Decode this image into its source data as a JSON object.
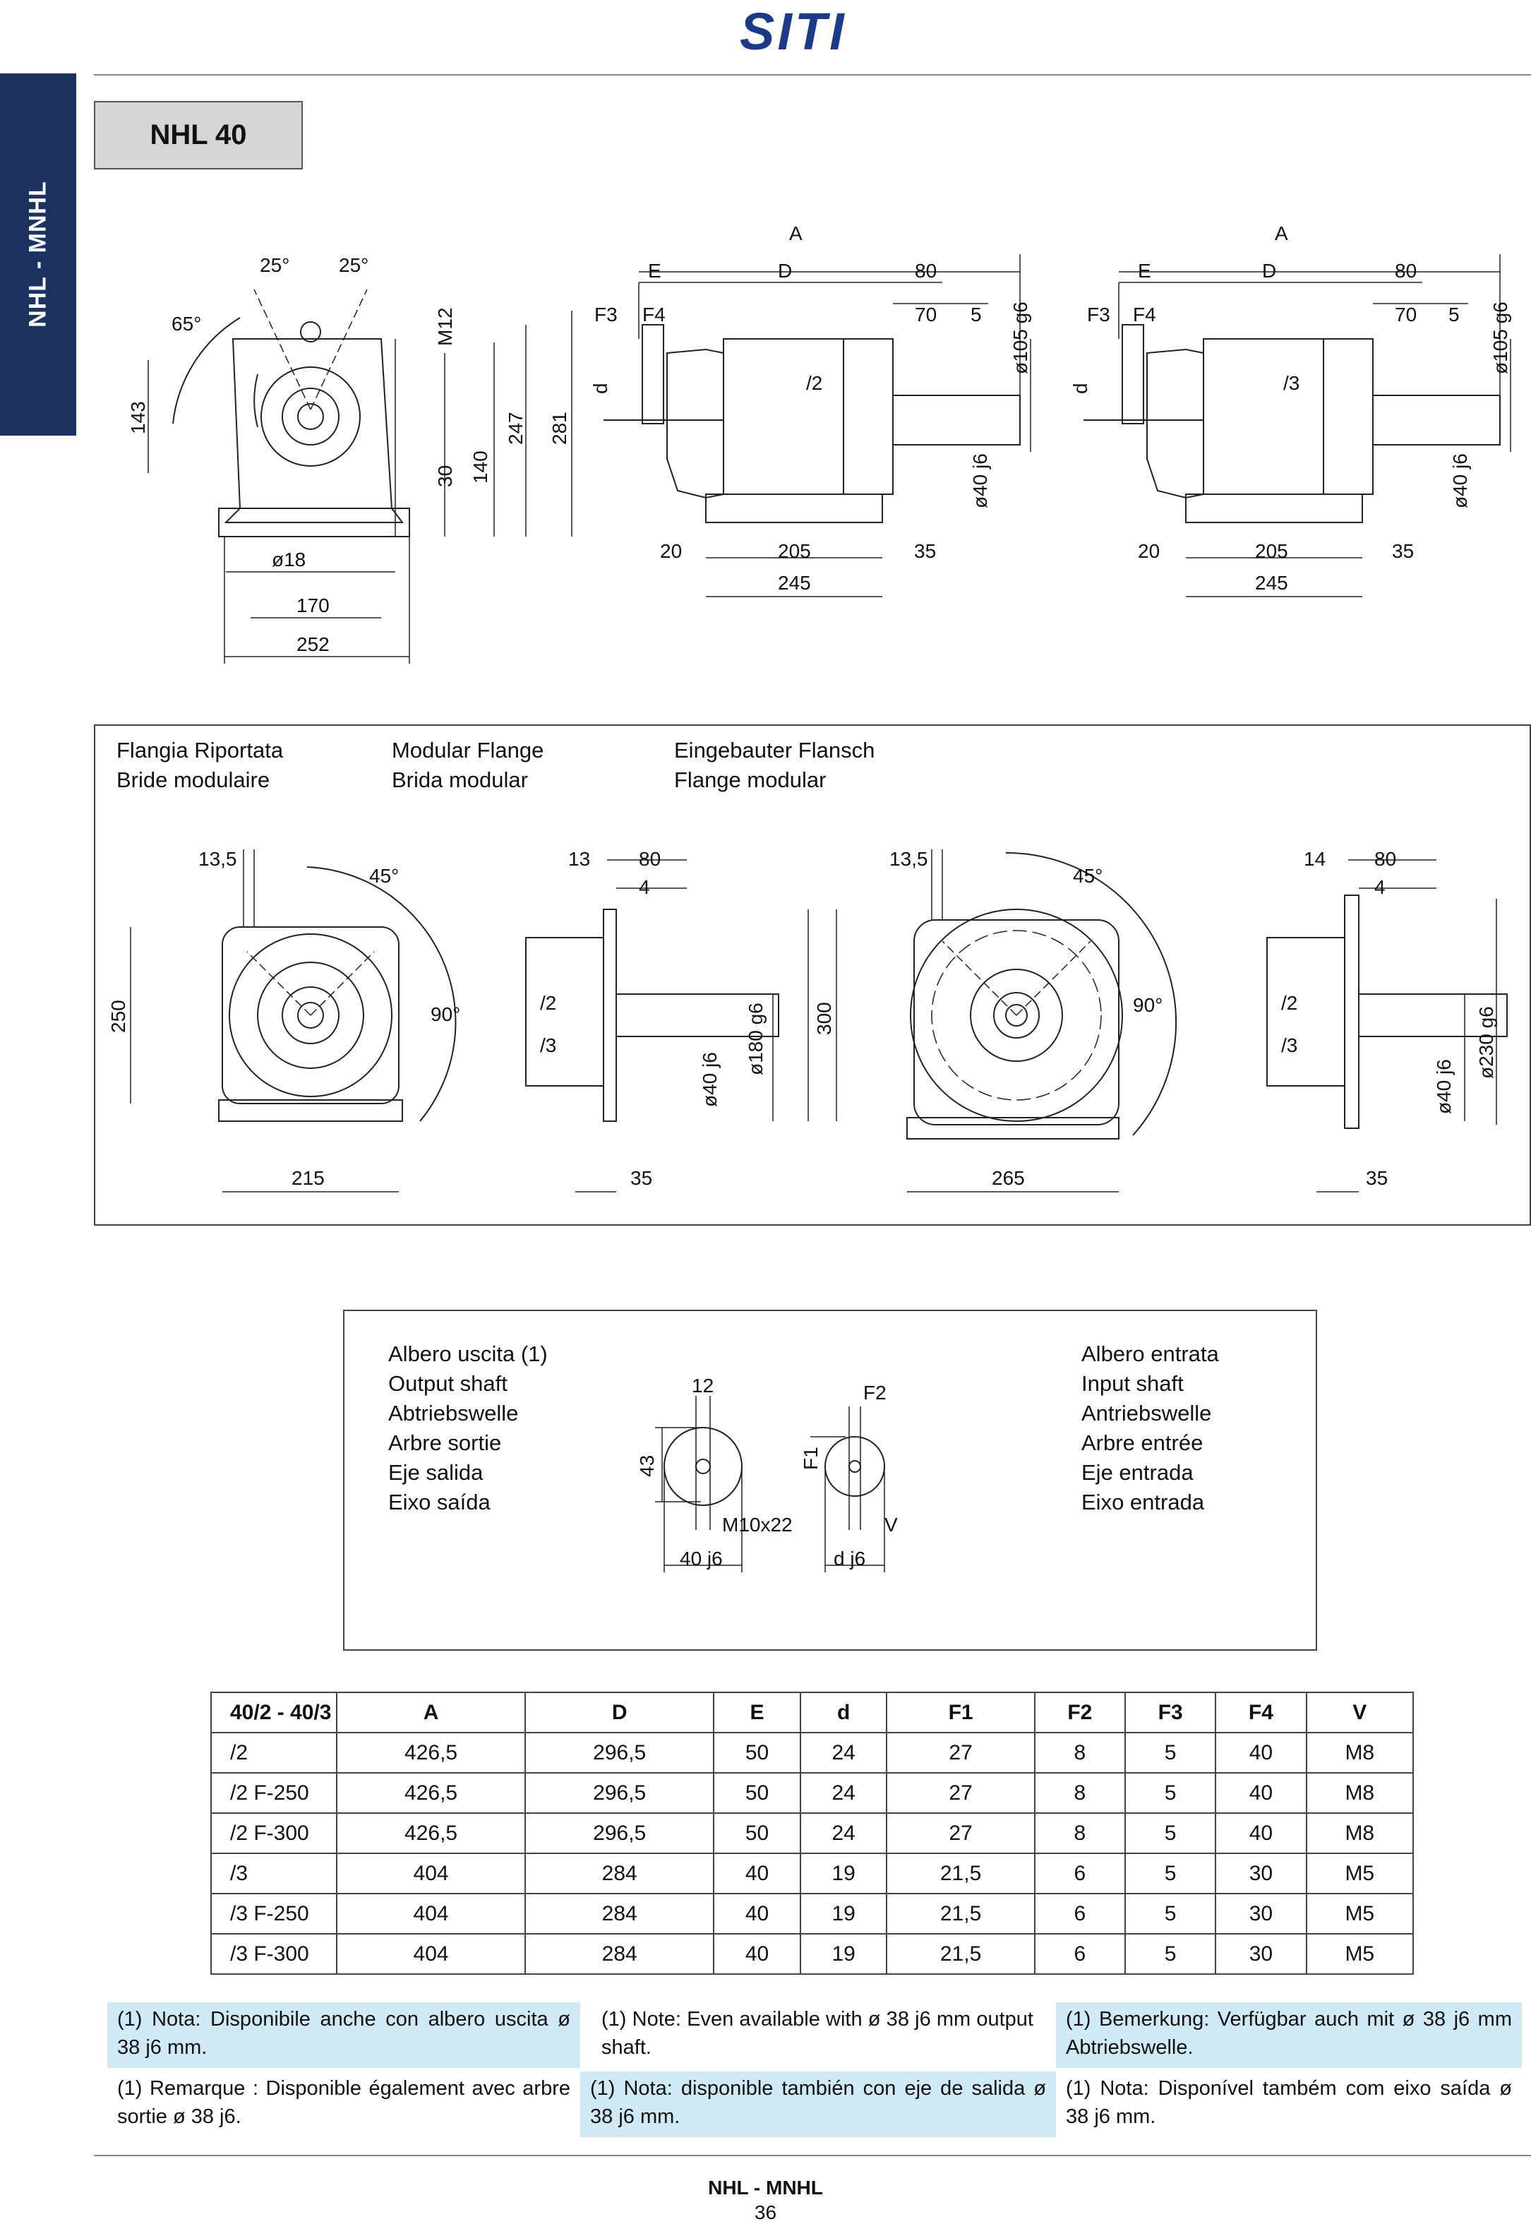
{
  "brand": {
    "logo": "SITI",
    "color": "#1c3a8a"
  },
  "sidebar": {
    "label": "NHL - MNHL",
    "color": "#1c3260"
  },
  "model": {
    "title": "NHL 40"
  },
  "drawings": {
    "front": {
      "a1": "25°",
      "a2": "25°",
      "a3": "65°",
      "m12": "M12",
      "h143": "143",
      "h30": "30",
      "h140": "140",
      "h247": "247",
      "h281": "281",
      "d18": "ø18",
      "w170": "170",
      "w252": "252"
    },
    "side2": {
      "A": "A",
      "E": "E",
      "D": "D",
      "w80": "80",
      "F3": "F3",
      "F4": "F4",
      "w70": "70",
      "w5": "5",
      "dia105": "ø105 g6",
      "d": "d",
      "stage": "/2",
      "dia40": "ø40 j6",
      "w20": "20",
      "w205": "205",
      "w35": "35",
      "w245": "245"
    },
    "side3": {
      "A": "A",
      "E": "E",
      "D": "D",
      "w80": "80",
      "F3": "F3",
      "F4": "F4",
      "w70": "70",
      "w5": "5",
      "dia105": "ø105 g6",
      "d": "d",
      "stage": "/3",
      "dia40": "ø40 j6",
      "w20": "20",
      "w205": "205",
      "w35": "35",
      "w245": "245"
    }
  },
  "flange": {
    "titles": [
      {
        "l1": "Flangia Riportata",
        "l2": "Bride modulaire"
      },
      {
        "l1": "Modular Flange",
        "l2": "Brida modular"
      },
      {
        "l1": "Eingebauter Flansch",
        "l2": "Flange modular"
      }
    ],
    "f250": {
      "h": "13,5",
      "angle": "45°",
      "angle90": "90°",
      "height": "250",
      "width": "215"
    },
    "s250": {
      "t": "13",
      "w": "80",
      "w4": "4",
      "s2": "/2",
      "s3": "/3",
      "dia180": "ø180 g6",
      "dia40": "ø40 j6",
      "w35": "35"
    },
    "f300": {
      "h": "13,5",
      "angle": "45°",
      "angle90": "90°",
      "height": "300",
      "width": "265"
    },
    "s300": {
      "t": "14",
      "w": "80",
      "w4": "4",
      "s2": "/2",
      "s3": "/3",
      "dia230": "ø230 g6",
      "dia40": "ø40 j6",
      "w35": "35"
    }
  },
  "shafts": {
    "output_lines": [
      "Albero uscita (1)",
      "Output shaft",
      "Abtriebswelle",
      "Arbre sortie",
      "Eje salida",
      "Eixo saída"
    ],
    "input_lines": [
      "Albero entrata",
      "Input shaft",
      "Antriebswelle",
      "Arbre entrée",
      "Eje entrada",
      "Eixo entrada"
    ],
    "out": {
      "w12": "12",
      "h43": "43",
      "m": "M10x22",
      "dia": "40 j6"
    },
    "inp": {
      "f2": "F2",
      "f1": "F1",
      "v": "V",
      "dia": "d j6"
    }
  },
  "table": {
    "headers": [
      "40/2 - 40/3",
      "A",
      "D",
      "E",
      "d",
      "F1",
      "F2",
      "F3",
      "F4",
      "V"
    ],
    "rows": [
      [
        "/2",
        "426,5",
        "296,5",
        "50",
        "24",
        "27",
        "8",
        "5",
        "40",
        "M8"
      ],
      [
        "/2 F-250",
        "426,5",
        "296,5",
        "50",
        "24",
        "27",
        "8",
        "5",
        "40",
        "M8"
      ],
      [
        "/2 F-300",
        "426,5",
        "296,5",
        "50",
        "24",
        "27",
        "8",
        "5",
        "40",
        "M8"
      ],
      [
        "/3",
        "404",
        "284",
        "40",
        "19",
        "21,5",
        "6",
        "5",
        "30",
        "M5"
      ],
      [
        "/3 F-250",
        "404",
        "284",
        "40",
        "19",
        "21,5",
        "6",
        "5",
        "30",
        "M5"
      ],
      [
        "/3 F-300",
        "404",
        "284",
        "40",
        "19",
        "21,5",
        "6",
        "5",
        "30",
        "M5"
      ]
    ]
  },
  "notes": [
    "(1) Nota: Disponibile anche con albero uscita ø 38 j6 mm.",
    "(1) Note: Even available with ø 38 j6 mm output shaft.",
    "(1) Bemerkung: Verfügbar auch mit ø 38 j6 mm Abtriebswelle.",
    "(1) Remarque : Disponible également avec arbre sortie ø 38 j6.",
    "(1) Nota: disponible también con eje de salida ø 38 j6 mm.",
    "(1) Nota: Disponível também com eixo saída ø 38 j6 mm."
  ],
  "footer": {
    "title": "NHL - MNHL",
    "page": "36"
  }
}
